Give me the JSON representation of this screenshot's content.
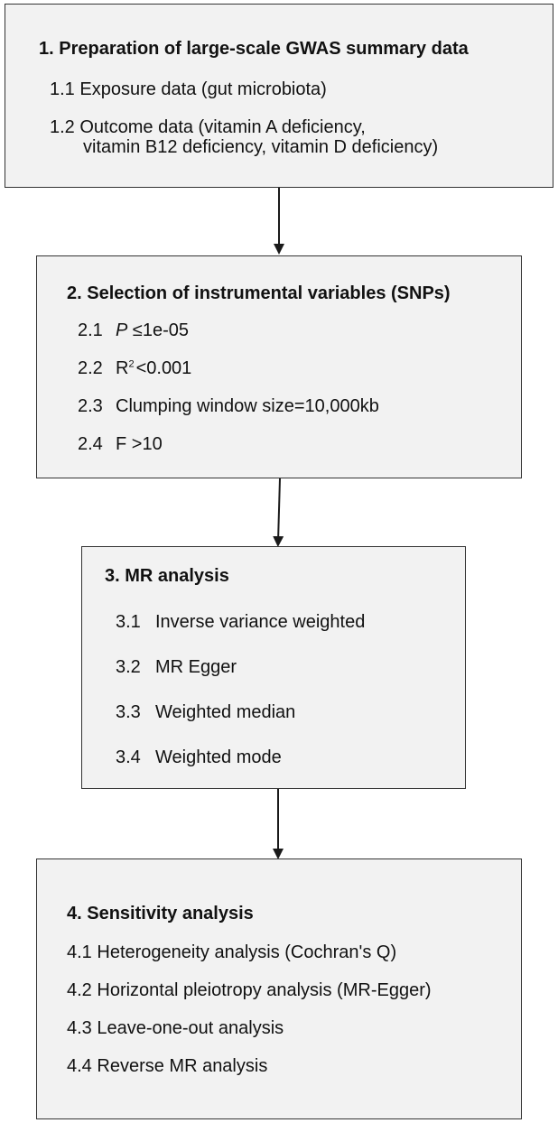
{
  "steps": [
    {
      "title": "1. Preparation of large-scale GWAS summary data",
      "items": [
        {
          "number": "1.1",
          "text": "Exposure data (gut microbiota)"
        },
        {
          "number": "1.2",
          "text": "Outcome data (vitamin A deficiency,",
          "text_line2": "vitamin B12 deficiency, vitamin D deficiency)"
        }
      ]
    },
    {
      "title": "2. Selection of instrumental variables (SNPs)",
      "items": [
        {
          "number": "2.1",
          "symbol": "P",
          "text": "≤1e-05"
        },
        {
          "number": "2.2",
          "symbol": "R",
          "superscript": "2",
          "text": "<0.001"
        },
        {
          "number": "2.3",
          "text": "Clumping window size=10,000kb"
        },
        {
          "number": "2.4",
          "text": "F >10"
        }
      ]
    },
    {
      "title": "3. MR analysis",
      "items": [
        {
          "number": "3.1",
          "text": "Inverse variance weighted"
        },
        {
          "number": "3.2",
          "text": "MR Egger"
        },
        {
          "number": "3.3",
          "text": "Weighted median"
        },
        {
          "number": "3.4",
          "text": "Weighted mode"
        }
      ]
    },
    {
      "title": "4. Sensitivity analysis",
      "items": [
        {
          "number": "4.1",
          "text": "Heterogeneity analysis (Cochran's Q)"
        },
        {
          "number": "4.2",
          "text": "Horizontal pleiotropy analysis (MR-Egger)"
        },
        {
          "number": "4.3",
          "text": "Leave-one-out analysis"
        },
        {
          "number": "4.4",
          "text": "Reverse MR analysis"
        }
      ]
    }
  ],
  "colors": {
    "box_fill": "#f2f2f2",
    "box_border": "#333333",
    "arrow": "#1a1a1a",
    "text": "#111111"
  }
}
